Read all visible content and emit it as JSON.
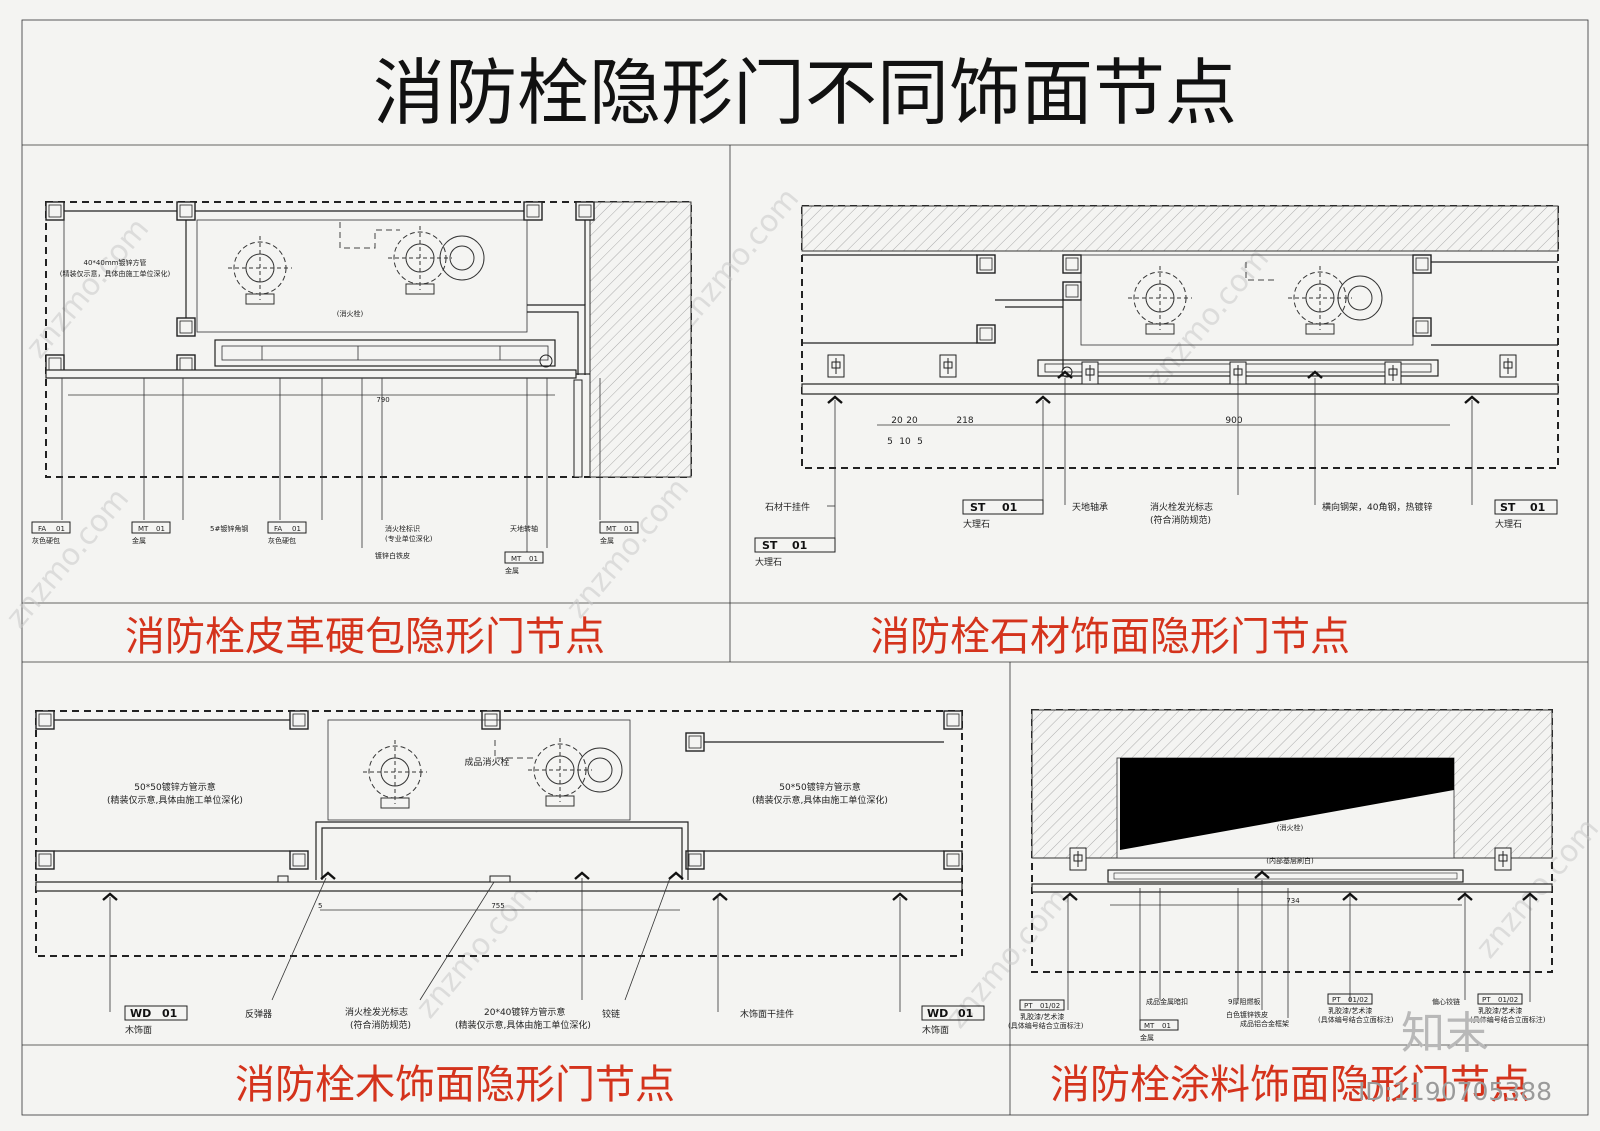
{
  "page_title": "消防栓隐形门不同饰面节点",
  "watermark": "znzmo.com",
  "id_text": "ID:1190705388",
  "logo_text": "知末",
  "panels": {
    "leather": {
      "caption": "消防栓皮革硬包隐形门节点",
      "cabinet_text": "(消火栓)",
      "frame_note_1": "40*40mm镀锌方管",
      "frame_note_2": "(精装仅示意，具体由施工单位深化)",
      "dim_width": "790",
      "tags": [
        {
          "code": "FA",
          "num": "01",
          "sub": "灰色硬包"
        },
        {
          "code": "MT",
          "num": "01",
          "sub": "金属"
        },
        {
          "code": "FA",
          "num": "01",
          "sub": "灰色硬包"
        },
        {
          "code": "MT",
          "num": "01",
          "sub": "金属"
        },
        {
          "code": "MT",
          "num": "01",
          "sub": "金属"
        }
      ],
      "notes": {
        "angle": "5#镀锌角钢",
        "sign_1": "消火栓标识",
        "sign_2": "(专业单位深化)",
        "iron": "镀锌白铁皮",
        "pivot": "天地转轴"
      }
    },
    "stone": {
      "caption": "消防栓石材饰面隐形门节点",
      "dims": [
        "20",
        "20",
        "5",
        "10",
        "5",
        "218",
        "900"
      ],
      "tags": [
        {
          "code": "ST",
          "num": "01",
          "sub": "大理石"
        },
        {
          "code": "ST",
          "num": "01",
          "sub": "大理石"
        },
        {
          "code": "ST",
          "num": "01",
          "sub": "大理石"
        }
      ],
      "notes": {
        "hanger": "石材干挂件",
        "bearing": "天地轴承",
        "sign_1": "消火栓发光标志",
        "sign_2": "(符合消防规范)",
        "steel": "横向钢架，40角钢，热镀锌"
      }
    },
    "wood": {
      "caption": "消防栓木饰面隐形门节点",
      "cabinet_text": "成品消火栓",
      "frame_note_1": "50*50镀锌方管示意",
      "frame_note_2": "(精装仅示意,具体由施工单位深化)",
      "dim_width": "755",
      "dim_small": "5",
      "tags": [
        {
          "code": "WD",
          "num": "01",
          "sub": "木饰面"
        },
        {
          "code": "WD",
          "num": "01",
          "sub": "木饰面"
        }
      ],
      "notes": {
        "rebound": "反弹器",
        "sign_1": "消火栓发光标志",
        "sign_2": "(符合消防规范)",
        "tube_1": "20*40镀锌方管示意",
        "tube_2": "(精装仅示意,具体由施工单位深化)",
        "hinge": "铰链",
        "hanger": "木饰面干挂件"
      }
    },
    "paint": {
      "caption": "消防栓涂料饰面隐形门节点",
      "cabinet_text": "(消火栓)",
      "inner_text": "(内部基层刷白)",
      "dim_width": "734",
      "tags": [
        {
          "code": "PT",
          "num": "01/02",
          "sub_1": "乳胶漆/艺术漆",
          "sub_2": "(具体编号结合立面标注)"
        },
        {
          "code": "MT",
          "num": "01",
          "sub_1": "金属",
          "sub_2": ""
        },
        {
          "code": "PT",
          "num": "01/02",
          "sub_1": "乳胶漆/艺术漆",
          "sub_2": "(具体编号结合立面标注)"
        },
        {
          "code": "PT",
          "num": "01/02",
          "sub_1": "乳胶漆/艺术漆",
          "sub_2": "(具体编号结合立面标注)"
        }
      ],
      "notes": {
        "buckle": "成品金属暗扣",
        "board": "9厚阻燃板",
        "plate": "白色镀锌铁皮",
        "frame": "成品铝合金框架",
        "hinge": "偏心铰链"
      }
    }
  }
}
